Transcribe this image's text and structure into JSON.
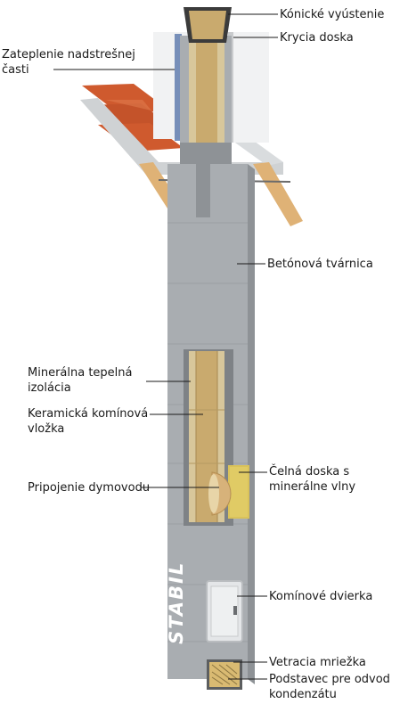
{
  "brand": "STABIL",
  "labels": {
    "konicke_vyustenie": "Kónické vyústenie",
    "krycia_doska": "Krycia doska",
    "zateplenie": "Zateplenie nadstrešnej\nčasti",
    "betonova_tvarnica": "Betónová tvárnica",
    "mineralna_izolacia": "Minerálna tepelná\nizolácia",
    "keramicka_vlozka": "Keramická komínová\nvložka",
    "celna_doska": "Čelná doska s\nminerálne vlny",
    "pripojenie_dymovodu": "Pripojenie dymovodu",
    "kominove_dvierka": "Komínové dvierka",
    "vetracia_mriezka": "Vetracia mriežka",
    "podstavec": "Podstavec pre odvod\nkondenzátu"
  },
  "colors": {
    "concrete": "#a9adb1",
    "concrete_dark": "#8e9296",
    "insulation": "#d8c79b",
    "liner": "#c9aa6e",
    "roof_tile": "#cf5a2e",
    "timber": "#dfb276",
    "metal": "#3b3b3b",
    "cap_white": "#f1f2f3"
  }
}
